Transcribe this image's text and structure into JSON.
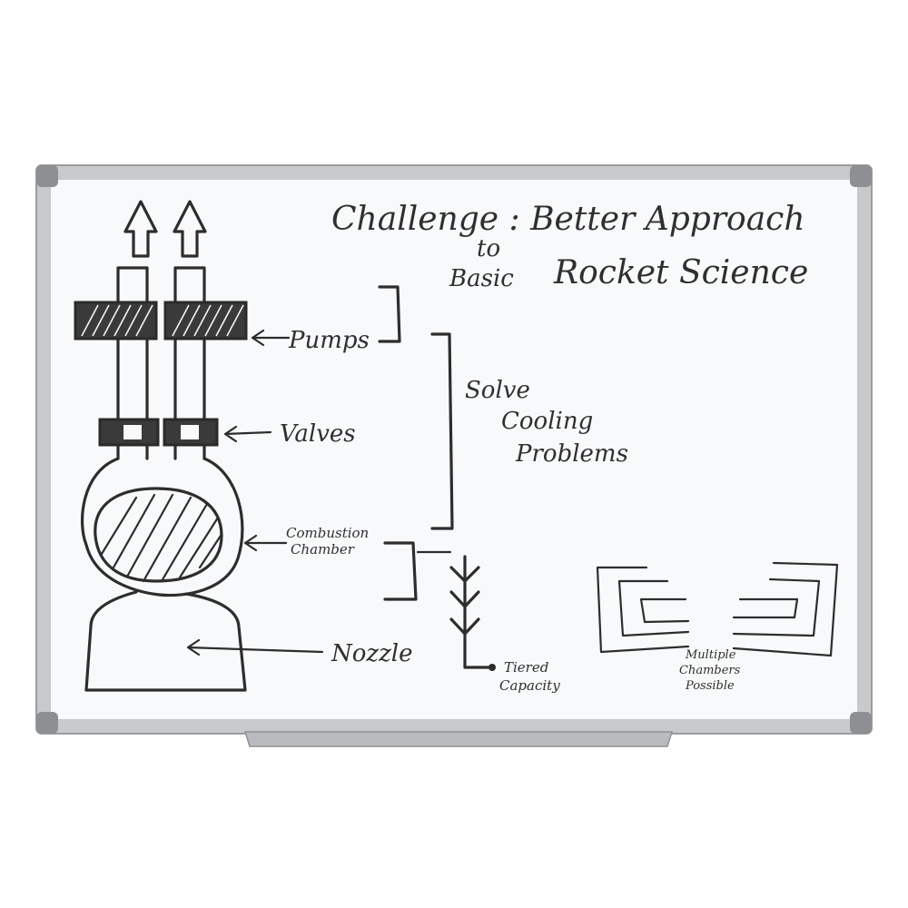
{
  "title": {
    "line1": "Challenge : Better Approach",
    "line2_prefix": "to",
    "line2_a": "Basic",
    "line2_b": "Rocket Science"
  },
  "labels": {
    "pumps": "Pumps",
    "valves": "Valves",
    "combustion_line1": "Combustion",
    "combustion_line2": "Chamber",
    "nozzle": "Nozzle",
    "solve_line1": "Solve",
    "solve_line2": "Cooling",
    "solve_line3": "Problems",
    "tiered_line1": "Tiered",
    "tiered_line2": "Capacity",
    "multiple_line1": "Multiple",
    "multiple_line2": "Chambers",
    "multiple_line3": "Possible"
  },
  "colors": {
    "ink": "#2d2d2d",
    "frame": "#c7c9cb",
    "surface": "#f8f9fa"
  }
}
